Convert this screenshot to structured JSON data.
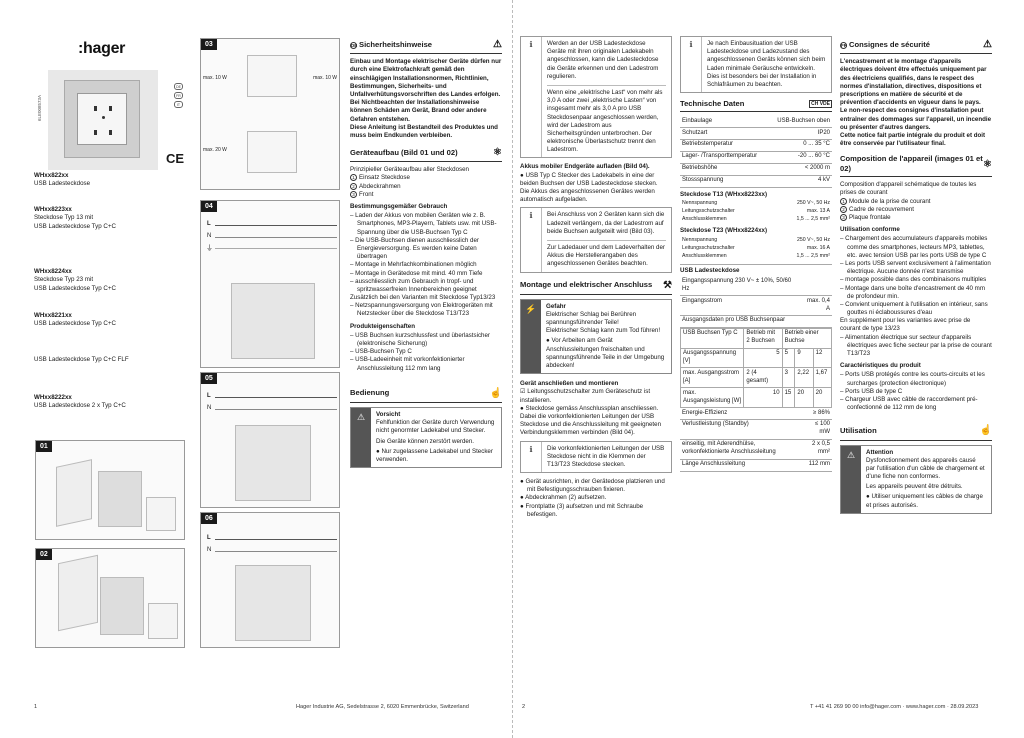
{
  "brand": ":hager",
  "doc_code": "6LE008573A",
  "ce_mark": "CE",
  "flags": [
    "DE",
    "FR",
    "IT"
  ],
  "products": [
    {
      "code": "WHxx822xx",
      "desc": "USB Ladesteckdose"
    },
    {
      "code": "WHxx8223xx",
      "desc": "Steckdose Typ 13 mit\nUSB Ladesteckdose Typ C+C"
    },
    {
      "code": "WHxx8224xx",
      "desc": "Steckdose Typ 23 mit\nUSB Ladesteckdose Typ C+C"
    },
    {
      "code": "WHxx8221xx",
      "desc": "USB Ladesteckdose Typ C+C"
    },
    {
      "code": "",
      "desc": "USB Ladesteckdose Typ C+C FLF"
    },
    {
      "code": "WHxx8222xx",
      "desc": "USB Ladesteckdose 2 x Typ C+C"
    }
  ],
  "figures": {
    "f01": "01",
    "f02": "02",
    "f03": "03",
    "f04": "04",
    "f05": "05",
    "f06": "06",
    "f03_labels": [
      "max. 10 W",
      "max. 10 W",
      "max. 20 W"
    ],
    "wire_L": "L",
    "wire_N": "N",
    "wire_PE": "⏚"
  },
  "de": {
    "safety_title": "Sicherheitshinweise",
    "safety_text": "Einbau und Montage elektrischer Geräte dürfen nur durch eine Elektrofachkraft gemäß den einschlägigen Installationsnormen, Richtlinien, Bestimmungen, Sicherheits- und Unfallverhütungsvorschriften des Landes erfolgen.\nBei Nichtbeachten der Installationshinweise können Schäden am Gerät, Brand oder andere Gefahren entstehen.\nDiese Anleitung ist Bestandteil des Produktes und muss beim Endkunden verbleiben.",
    "structure_title": "Geräteaufbau (Bild 01 und 02)",
    "structure_intro": "Prinzipieller Geräteaufbau aller Steckdosen",
    "structure_items": [
      "Einsatz Steckdose",
      "Abdeckrahmen",
      "Front"
    ],
    "use_title": "Bestimmungsgemäßer Gebrauch",
    "use_items": [
      "Laden der Akkus von mobilen Geräten wie z. B. Smartphones, MP3-Playern, Tablets usw. mit USB-Spannung über die USB-Buchsen Typ C",
      "Die USB-Buchsen dienen ausschliesslich der Energieversorgung. Es werden keine Daten übertragen",
      "Montage in Mehrfachkombinationen möglich",
      "Montage in Gerätedose mit mind. 40 mm Tiefe",
      "ausschliesslich zum Gebrauch in tropf- und spritzwasserfreien Innenbereichen geeignet"
    ],
    "use_extra": "Zusätzlich bei den Varianten mit Steckdose Typ13/23",
    "use_extra_items": [
      "Netzspannungsversorgung von Elektrogeräten mit Netzstecker über die Steckdose T13/T23"
    ],
    "features_title": "Produkteigenschaften",
    "features_items": [
      "USB Buchsen kurzschlussfest und überlastsicher (elektronische Sicherung)",
      "USB-Buchsen Typ C",
      "USB-Ladeeinheit mit vorkonfektionierter Anschlussleitung 112 mm lang"
    ],
    "operation_title": "Bedienung",
    "caution_title": "Vorsicht",
    "caution_text": "Fehlfunktion der Geräte durch Verwendung nicht genormter Ladekabel und Stecker.",
    "caution_text2": "Die Geräte können zerstört werden.",
    "caution_bullet": "Nur zugelassene Ladekabel und Stecker verwenden.",
    "note1": "Werden an der USB Ladesteckdose Geräte mit ihren originalen Ladekabeln angeschlossen, kann die Ladesteckdose die Geräte erkennen und den Ladestrom regulieren.",
    "note2": "Wenn eine „elektrische Last“ von mehr als 3,0 A oder zwei „elektrische Lasten“ von insgesamt mehr als 3,0 A pro USB Steckdosenpaar angeschlossen werden, wird der Ladestrom aus Sicherheitsgründen unterbrochen. Der elektronische Überlastschutz trennt den Ladestrom.",
    "charge_title": "Akkus mobiler Endgeräte aufladen (Bild 04).",
    "charge_bullet": "USB Typ C Stecker des Ladekabels in eine der beiden Buchsen der USB Ladesteckdose stecken.",
    "charge_text": "Die Akkus des angeschlossenen Gerätes werden automatisch aufgeladen.",
    "note3": "Bei Anschluss von 2 Geräten kann sich die Ladezeit verlängern, da der Ladestrom auf beide Buchsen aufgeteilt wird (Bild 03).",
    "note4": "Zur Ladedauer und dem Ladeverhalten der Akkus die Herstellerangaben des angeschlossenen Gerätes beachten.",
    "mount_title": "Montage und elektrischer Anschluss",
    "danger_title": "Gefahr",
    "danger_text": "Elektrischer Schlag bei Berühren spannungsführender Teile!",
    "danger_text2": "Elektrischer Schlag kann zum Tod führen!",
    "danger_bullet": "Vor Arbeiten am Gerät Anschlussleitungen freischalten und spannungsführende Teile in der Umgebung abdecken!",
    "connect_title": "Gerät anschließen und montieren",
    "connect_check": "Leitungsschutzschalter zum Geräteschutz ist installieren.",
    "connect_bullet": "Steckdose gemäss Anschlussplan anschliessen. Dabei die vorkonfektionierten Leitungen der USB Steckdose und die Anschlussleitung mit geeigneten Verbindungsklemmen verbinden (Bild 04).",
    "note5": "Die vorkonfektionierten Leitungen der USB Steckdose nicht in die Klemmen der T13/T23 Steckdose stecken.",
    "mount_bullets": [
      "Gerät ausrichten, in der Gerätedose platzieren und mit Befestigungsschrauben fixieren.",
      "Abdeckrahmen (2) aufsetzen.",
      "Frontplatte (3) aufsetzen und mit Schraube befestigen."
    ],
    "note6": "Je nach Einbausituation der USB Ladesteckdose und Ladezustand des angeschlossenen Geräts können sich beim Laden minimale Geräusche entwickeln. Dies ist besonders bei der Installation in Schlafräumen zu beachten.",
    "tech_title": "Technische Daten",
    "tech_badges": "CH VDE",
    "tech_rows": [
      [
        "Einbaulage",
        "USB-Buchsen oben"
      ],
      [
        "Schutzart",
        "IP20"
      ],
      [
        "Betriebstemperatur",
        "0 ... 35 °C"
      ],
      [
        "Lager- /Transporttemperatur",
        "-20 ... 60 °C"
      ],
      [
        "Betriebshöhe",
        "< 2000 m"
      ],
      [
        "Stossspannung",
        "4 kV"
      ]
    ],
    "t13_title": "Steckdose T13 (WHxx8223xx)",
    "t13_rows": [
      [
        "Nennspannung",
        "250 V~, 50 Hz"
      ],
      [
        "Leitungsschutzschalter",
        "max. 13 A"
      ],
      [
        "Anschlussklemmen",
        "1,5 ... 2,5 mm²"
      ]
    ],
    "t23_title": "Steckdose T23 (WHxx8224xx)",
    "t23_rows": [
      [
        "Nennspannung",
        "250 V~, 50 Hz"
      ],
      [
        "Leitungsschutzschalter",
        "max. 16 A"
      ],
      [
        "Anschlussklemmen",
        "1,5 ... 2,5 mm²"
      ]
    ],
    "usb_title": "USB Ladesteckdose",
    "usb_rows": [
      [
        "Eingangsspannung 230 V~ ± 10%, 50/60 Hz",
        ""
      ],
      [
        "Eingangsstrom",
        "max. 0,4 A"
      ]
    ],
    "usb_out_title": "Ausgangsdaten pro USB Buchsenpaar",
    "usb_grid_head": [
      "USB Buchsen Typ C",
      "Betrieb mit 2 Buchsen",
      "Betrieb einer Buchse"
    ],
    "usb_grid": [
      [
        "Ausgangsspannung [V]",
        "5",
        "5",
        "9",
        "12"
      ],
      [
        "max. Ausgangsstrom [A]",
        "2 (4 gesamt)",
        "3",
        "2,22",
        "1,67"
      ],
      [
        "max. Ausgangsleistung [W]",
        "10",
        "15",
        "20",
        "20"
      ]
    ],
    "usb_tail": [
      [
        "Energie-Effizienz",
        "≥ 86%"
      ],
      [
        "Verlustleistung (Standby)",
        "≤ 100 mW"
      ],
      [
        "einseitig, mit Aderendhülse, vorkonfektionierte Anschlussleitung",
        "2 x 0,5 mm²"
      ],
      [
        "Länge Anschlussleitung",
        "112 mm"
      ]
    ]
  },
  "fr": {
    "safety_title": "Consignes de sécurité",
    "safety_text": "L'encastrement et le montage d'appareils électriques doivent être effectués uniquement par des électriciens qualifiés, dans le respect des normes d'installation, directives, dispositions et prescriptions en matière de sécurité et de prévention d'accidents en vigueur dans le pays.\nLe non-respect des consignes d'installation peut entraîner des dommages sur l'appareil, un incendie ou présenter d'autres dangers.\nCette notice fait partie intégrale du produit et doit être conservée par l'utilisateur final.",
    "structure_title": "Composition de l'appareil (images 01 et 02)",
    "structure_intro": "Composition d'appareil schématique de toutes les prises de courant",
    "structure_items": [
      "Module de la prise de courant",
      "Cadre de recouvrement",
      "Plaque frontale"
    ],
    "use_title": "Utilisation conforme",
    "use_items": [
      "Chargement des accumulateurs d'appareils mobiles comme des smartphones, lecteurs MP3, tablettes, etc. avec tension USB par les ports USB de type C",
      "Les ports USB servent exclusivement à l'alimentation électrique. Aucune donnée n'est transmise",
      "montage possible dans des combinaisons multiples",
      "Montage dans une boîte d'encastrement de 40 mm de profondeur min.",
      "Convient uniquement à l'utilisation en intérieur, sans gouttes ni éclaboussures d'eau"
    ],
    "use_extra": "En supplément pour les variantes avec prise de courant de type 13/23",
    "use_extra_items": [
      "Alimentation électrique sur secteur d'appareils électriques avec fiche secteur par la prise de courant T13/T23"
    ],
    "features_title": "Caractéristiques du produit",
    "features_items": [
      "Ports USB protégés contre les courts-circuits et les surcharges (protection électronique)",
      "Ports USB de type C",
      "Chargeur USB avec câble de raccordement pré-confectionné de 112 mm de long"
    ],
    "operation_title": "Utilisation",
    "caution_title": "Attention",
    "caution_text": "Dysfonctionnement des appareils causé par l'utilisation d'un câble de chargement et d'une fiche non conformes.",
    "caution_text2": "Les appareils peuvent être détruits.",
    "caution_bullet": "Utiliser uniquement les câbles de charge et prises autorisés."
  },
  "footer": {
    "page1": "1",
    "address": "Hager Industrie AG, Sedelstrasse 2, 6020 Emmenbrücke, Switzerland",
    "page2": "2",
    "contact": "T +41 41 269 90 00    info@hager.com · www.hager.com · 28.09.2023"
  }
}
